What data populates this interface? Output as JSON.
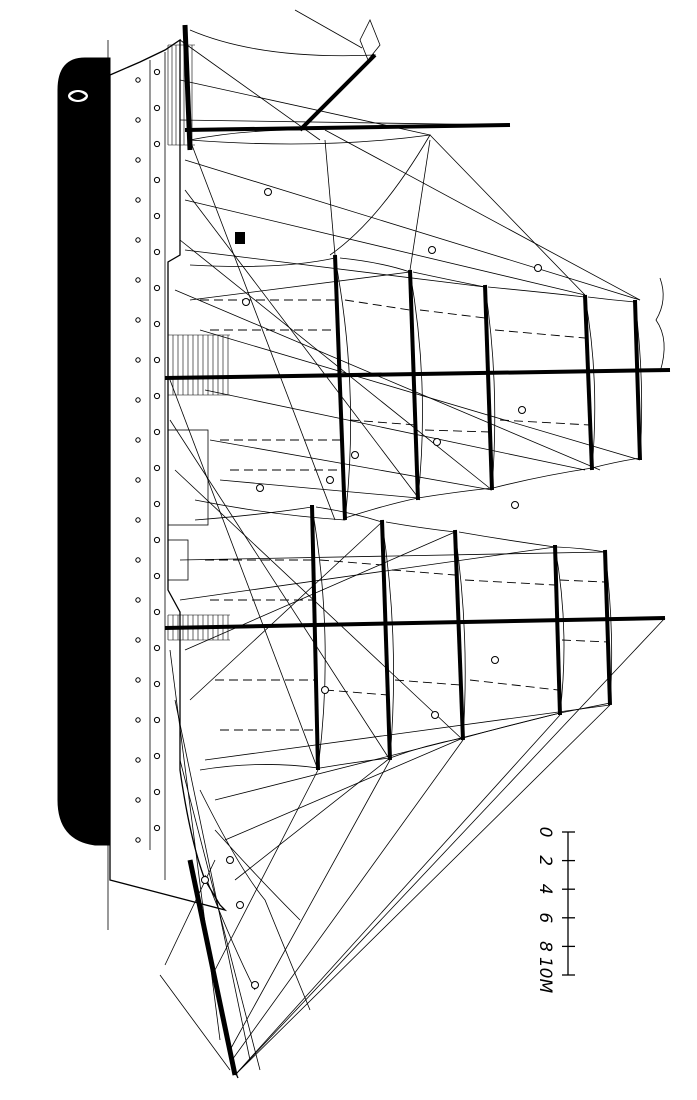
{
  "scale": {
    "labels": [
      "0",
      "2",
      "4",
      "6",
      "8",
      "10M"
    ]
  },
  "colors": {
    "ink": "#000000",
    "paper": "#ffffff"
  },
  "icons": {
    "bow_ornament": "figurehead-emblem-icon"
  }
}
